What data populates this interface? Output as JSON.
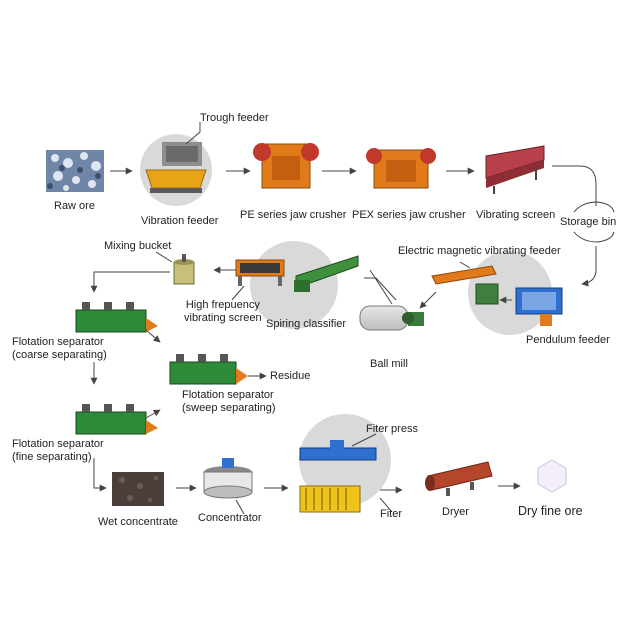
{
  "labels": {
    "trough_feeder": "Trough feeder",
    "raw_ore": "Raw ore",
    "vibration_feeder": "Vibration feeder",
    "pe_jaw_crusher": "PE series jaw crusher",
    "pex_jaw_crusher": "PEX series jaw crusher",
    "vibrating_screen": "Vibrating screen",
    "storage_bin": "Storage bin",
    "mixing_bucket": "Mixing bucket",
    "electric_magnetic_vibrating_feeder": "Electric magnetic vibrating feeder",
    "high_frequency_vibrating_screen": [
      "High frepuency",
      "vibrating screen"
    ],
    "spiral_classifier": "Spiring classifier",
    "ball_mill": "Ball mill",
    "pendulum_feeder": "Pendulum feeder",
    "flotation_coarse": [
      "Flotation separator",
      "(coarse separating)"
    ],
    "flotation_sweep": [
      "Flotation separator",
      "(sweep separating)"
    ],
    "residue": "Residue",
    "flotation_fine": [
      "Flotation separator",
      "(fine separating)"
    ],
    "filter_press": "Fiter press",
    "wet_concentrate": "Wet concentrate",
    "concentrator": "Concentrator",
    "filter": "Fiter",
    "dryer": "Dryer",
    "dry_fine_ore": "Dry fine ore"
  },
  "colors": {
    "machine_orange": "#e07a1a",
    "jaw_crusher_red": "#c0392b",
    "flotation_green": "#2e8b3a",
    "filter_blue": "#2f6fd0",
    "dryer_red": "#b5462c",
    "arrow": "#444444",
    "highlight_circle": "#d9d9d9"
  }
}
